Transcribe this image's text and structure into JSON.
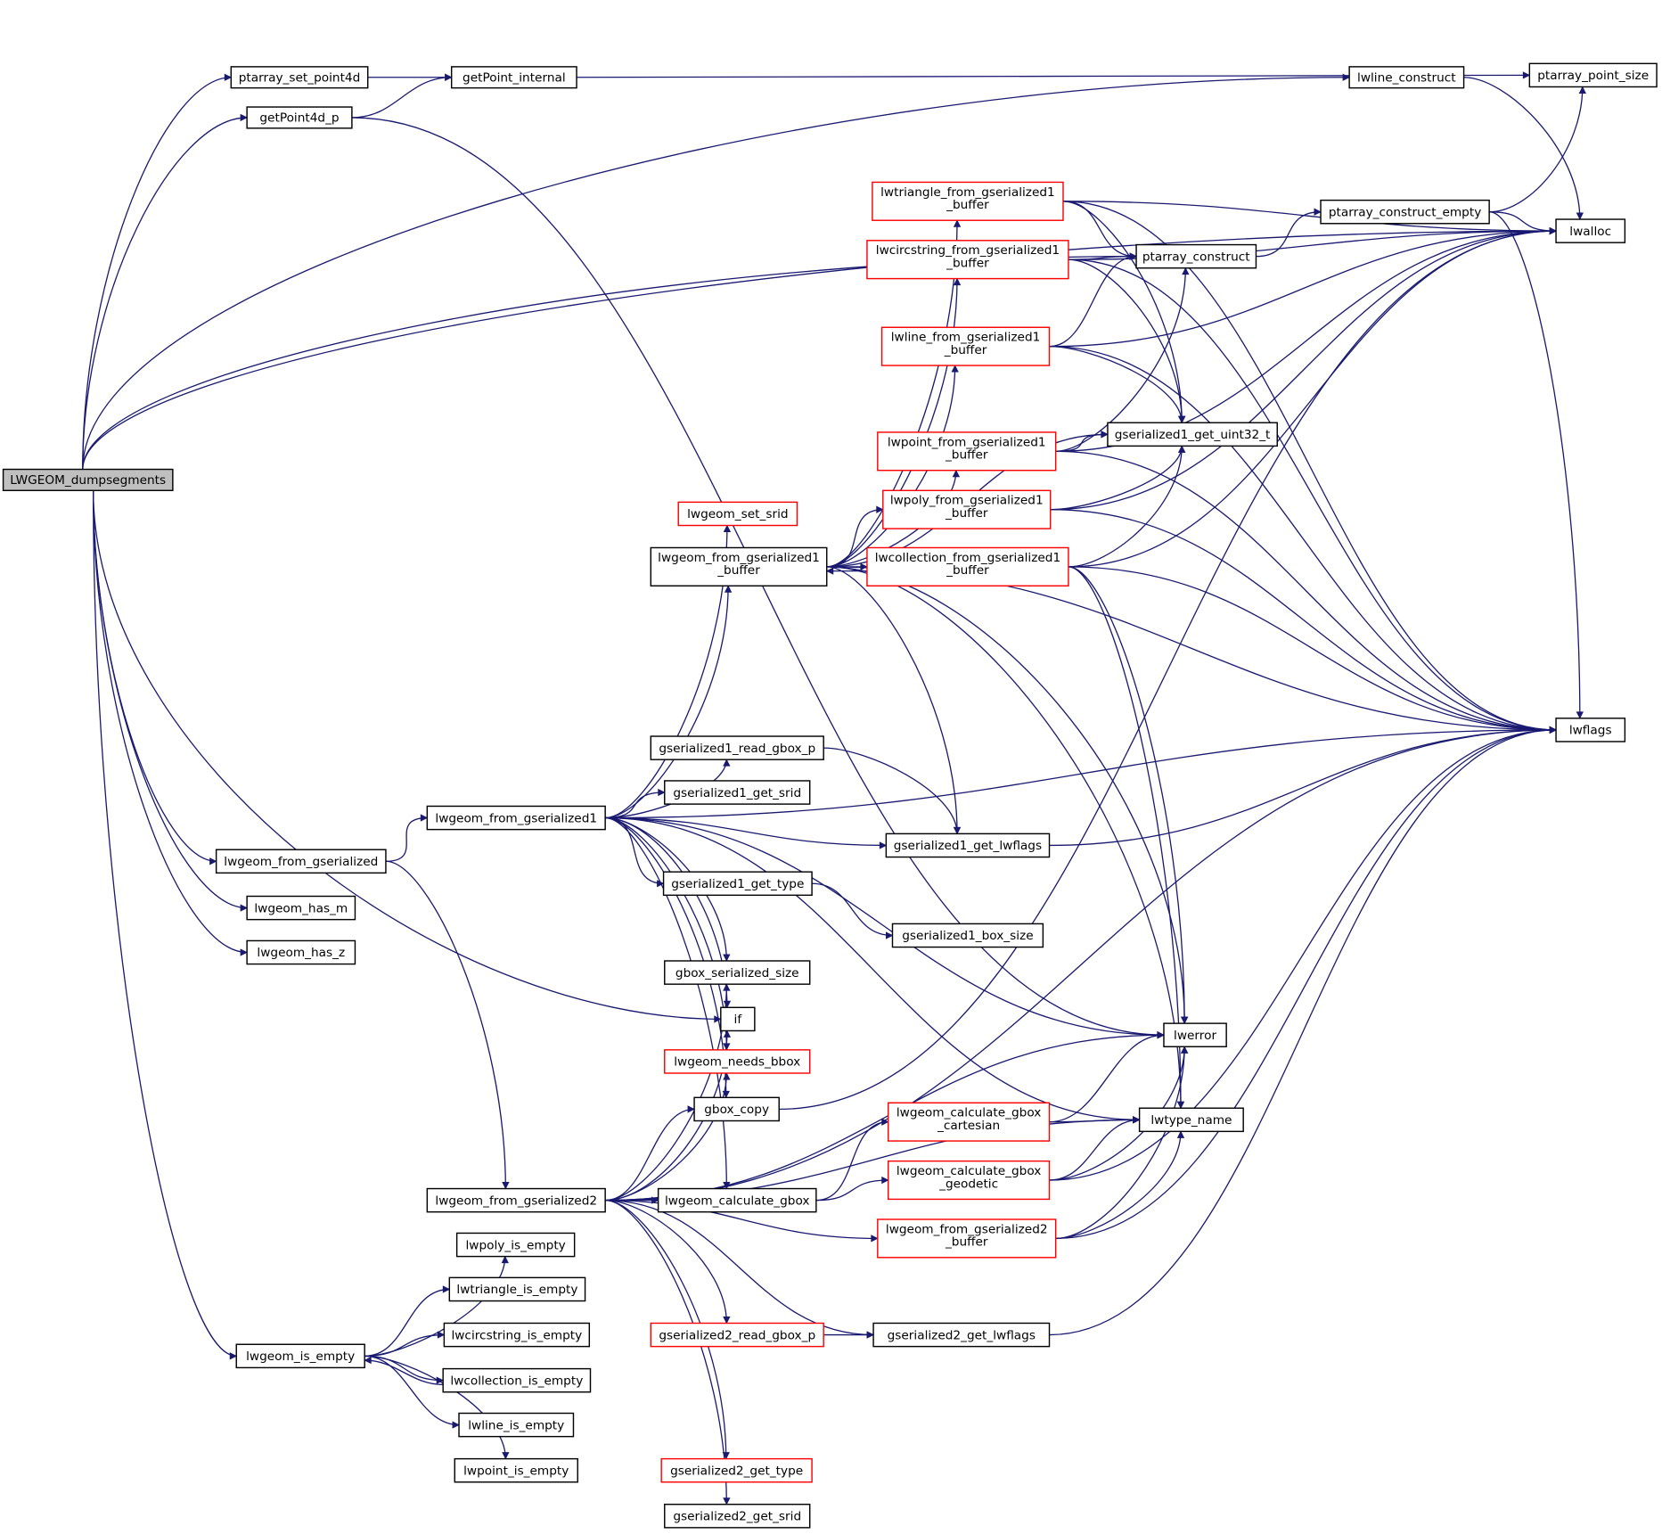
{
  "colors": {
    "edge": "#191970",
    "root_fill": "#bfbfbf",
    "normal_border": "#000000",
    "truncated_border": "#ff0000"
  },
  "nodes": {
    "dump": {
      "label": [
        "LWGEOM_dumpsegments"
      ],
      "kind": "root"
    },
    "setpt4d": {
      "label": [
        "ptarray_set_point4d"
      ]
    },
    "getpt4d": {
      "label": [
        "getPoint4d_p"
      ]
    },
    "getptint": {
      "label": [
        "getPoint_internal"
      ]
    },
    "lwlinecons": {
      "label": [
        "lwline_construct"
      ]
    },
    "ptsize": {
      "label": [
        "ptarray_point_size"
      ]
    },
    "lwalloc": {
      "label": [
        "lwalloc"
      ]
    },
    "tri1": {
      "label": [
        "lwtriangle_from_gserialized1",
        "_buffer"
      ],
      "kind": "truncated"
    },
    "circ1": {
      "label": [
        "lwcircstring_from_gserialized1",
        "_buffer"
      ],
      "kind": "truncated"
    },
    "ptcons": {
      "label": [
        "ptarray_construct"
      ]
    },
    "ptconsempty": {
      "label": [
        "ptarray_construct_empty"
      ]
    },
    "line1": {
      "label": [
        "lwline_from_gserialized1",
        "_buffer"
      ],
      "kind": "truncated"
    },
    "uint32": {
      "label": [
        "gserialized1_get_uint32_t"
      ]
    },
    "point1": {
      "label": [
        "lwpoint_from_gserialized1",
        "_buffer"
      ],
      "kind": "truncated"
    },
    "poly1": {
      "label": [
        "lwpoly_from_gserialized1",
        "_buffer"
      ],
      "kind": "truncated"
    },
    "setsrid": {
      "label": [
        "lwgeom_set_srid"
      ],
      "kind": "truncated"
    },
    "geom1buf": {
      "label": [
        "lwgeom_from_gserialized1",
        "_buffer"
      ]
    },
    "coll1": {
      "label": [
        "lwcollection_from_gserialized1",
        "_buffer"
      ],
      "kind": "truncated"
    },
    "lwflags": {
      "label": [
        "lwflags"
      ]
    },
    "g1readgbox": {
      "label": [
        "gserialized1_read_gbox_p"
      ]
    },
    "geom1": {
      "label": [
        "lwgeom_from_gserialized1"
      ]
    },
    "g1srid": {
      "label": [
        "gserialized1_get_srid"
      ]
    },
    "g1lwflags": {
      "label": [
        "gserialized1_get_lwflags"
      ]
    },
    "geomfrom": {
      "label": [
        "lwgeom_from_gserialized"
      ]
    },
    "g1type": {
      "label": [
        "gserialized1_get_type"
      ]
    },
    "g1boxsize": {
      "label": [
        "gserialized1_box_size"
      ]
    },
    "hasm": {
      "label": [
        "lwgeom_has_m"
      ]
    },
    "hasz": {
      "label": [
        "lwgeom_has_z"
      ]
    },
    "gboxsersize": {
      "label": [
        "gbox_serialized_size"
      ]
    },
    "if": {
      "label": [
        "if"
      ]
    },
    "lwerror": {
      "label": [
        "lwerror"
      ]
    },
    "needsbbox": {
      "label": [
        "lwgeom_needs_bbox"
      ],
      "kind": "truncated"
    },
    "gboxcopy": {
      "label": [
        "gbox_copy"
      ]
    },
    "typename": {
      "label": [
        "lwtype_name"
      ]
    },
    "cart": {
      "label": [
        "lwgeom_calculate_gbox",
        "_cartesian"
      ],
      "kind": "truncated"
    },
    "geod": {
      "label": [
        "lwgeom_calculate_gbox",
        "_geodetic"
      ],
      "kind": "truncated"
    },
    "geom2": {
      "label": [
        "lwgeom_from_gserialized2"
      ]
    },
    "calcgbox": {
      "label": [
        "lwgeom_calculate_gbox"
      ]
    },
    "geom2buf": {
      "label": [
        "lwgeom_from_gserialized2",
        "_buffer"
      ],
      "kind": "truncated"
    },
    "polyempty": {
      "label": [
        "lwpoly_is_empty"
      ]
    },
    "triempty": {
      "label": [
        "lwtriangle_is_empty"
      ]
    },
    "circempty": {
      "label": [
        "lwcircstring_is_empty"
      ]
    },
    "isempty": {
      "label": [
        "lwgeom_is_empty"
      ]
    },
    "collempty": {
      "label": [
        "lwcollection_is_empty"
      ]
    },
    "lineempty": {
      "label": [
        "lwline_is_empty"
      ]
    },
    "pointempty": {
      "label": [
        "lwpoint_is_empty"
      ]
    },
    "g2readgbox": {
      "label": [
        "gserialized2_read_gbox_p"
      ],
      "kind": "truncated"
    },
    "g2lwflags": {
      "label": [
        "gserialized2_get_lwflags"
      ]
    },
    "g2type": {
      "label": [
        "gserialized2_get_type"
      ],
      "kind": "truncated"
    },
    "g2srid": {
      "label": [
        "gserialized2_get_srid"
      ]
    }
  },
  "edges": [
    [
      "dump",
      "setpt4d"
    ],
    [
      "dump",
      "getpt4d"
    ],
    [
      "dump",
      "lwlinecons"
    ],
    [
      "dump",
      "ptcons"
    ],
    [
      "dump",
      "lwalloc"
    ],
    [
      "dump",
      "geomfrom"
    ],
    [
      "dump",
      "hasm"
    ],
    [
      "dump",
      "hasz"
    ],
    [
      "dump",
      "if"
    ],
    [
      "dump",
      "isempty"
    ],
    [
      "setpt4d",
      "getptint"
    ],
    [
      "getpt4d",
      "getptint"
    ],
    [
      "getpt4d",
      "lwerror"
    ],
    [
      "getptint",
      "ptsize"
    ],
    [
      "lwlinecons",
      "lwalloc"
    ],
    [
      "ptcons",
      "ptconsempty"
    ],
    [
      "ptconsempty",
      "ptsize"
    ],
    [
      "ptconsempty",
      "lwalloc"
    ],
    [
      "ptconsempty",
      "lwflags"
    ],
    [
      "tri1",
      "lwalloc"
    ],
    [
      "tri1",
      "ptcons"
    ],
    [
      "tri1",
      "uint32"
    ],
    [
      "tri1",
      "lwflags"
    ],
    [
      "circ1",
      "lwalloc"
    ],
    [
      "circ1",
      "ptcons"
    ],
    [
      "circ1",
      "uint32"
    ],
    [
      "circ1",
      "lwflags"
    ],
    [
      "line1",
      "lwalloc"
    ],
    [
      "line1",
      "ptcons"
    ],
    [
      "line1",
      "uint32"
    ],
    [
      "line1",
      "lwflags"
    ],
    [
      "point1",
      "ptcons"
    ],
    [
      "point1",
      "uint32"
    ],
    [
      "point1",
      "lwalloc"
    ],
    [
      "point1",
      "lwflags"
    ],
    [
      "poly1",
      "uint32"
    ],
    [
      "poly1",
      "lwalloc"
    ],
    [
      "poly1",
      "lwflags"
    ],
    [
      "coll1",
      "uint32"
    ],
    [
      "coll1",
      "lwalloc"
    ],
    [
      "coll1",
      "lwflags"
    ],
    [
      "coll1",
      "lwerror"
    ],
    [
      "coll1",
      "typename"
    ],
    [
      "coll1",
      "geom1buf"
    ],
    [
      "geom1buf",
      "tri1"
    ],
    [
      "geom1buf",
      "circ1"
    ],
    [
      "geom1buf",
      "line1"
    ],
    [
      "geom1buf",
      "point1"
    ],
    [
      "geom1buf",
      "poly1"
    ],
    [
      "geom1buf",
      "coll1"
    ],
    [
      "geom1buf",
      "uint32"
    ],
    [
      "geom1buf",
      "lwflags"
    ],
    [
      "geom1buf",
      "lwerror"
    ],
    [
      "geom1buf",
      "typename"
    ],
    [
      "geom1buf",
      "g1lwflags"
    ],
    [
      "geomfrom",
      "geom1"
    ],
    [
      "geomfrom",
      "geom2"
    ],
    [
      "geom1",
      "setsrid"
    ],
    [
      "geom1",
      "geom1buf"
    ],
    [
      "geom1",
      "g1readgbox"
    ],
    [
      "geom1",
      "g1srid"
    ],
    [
      "geom1",
      "g1type"
    ],
    [
      "geom1",
      "g1lwflags"
    ],
    [
      "geom1",
      "gboxsersize"
    ],
    [
      "geom1",
      "if"
    ],
    [
      "geom1",
      "needsbbox"
    ],
    [
      "geom1",
      "gboxcopy"
    ],
    [
      "geom1",
      "calcgbox"
    ],
    [
      "geom1",
      "lwflags"
    ],
    [
      "geom1",
      "lwerror"
    ],
    [
      "geom1",
      "typename"
    ],
    [
      "g1readgbox",
      "g1lwflags"
    ],
    [
      "g1lwflags",
      "lwflags"
    ],
    [
      "g1type",
      "g1boxsize"
    ],
    [
      "gboxcopy",
      "lwalloc"
    ],
    [
      "geom2",
      "gboxsersize"
    ],
    [
      "geom2",
      "if"
    ],
    [
      "geom2",
      "needsbbox"
    ],
    [
      "geom2",
      "gboxcopy"
    ],
    [
      "geom2",
      "calcgbox"
    ],
    [
      "geom2",
      "lwerror"
    ],
    [
      "geom2",
      "geom2buf"
    ],
    [
      "geom2",
      "lwflags"
    ],
    [
      "geom2",
      "g2readgbox"
    ],
    [
      "geom2",
      "g2lwflags"
    ],
    [
      "geom2",
      "typename"
    ],
    [
      "geom2",
      "g2type"
    ],
    [
      "geom2",
      "g2srid"
    ],
    [
      "calcgbox",
      "cart"
    ],
    [
      "calcgbox",
      "geod"
    ],
    [
      "cart",
      "lwerror"
    ],
    [
      "cart",
      "typename"
    ],
    [
      "geod",
      "lwerror"
    ],
    [
      "geod",
      "typename"
    ],
    [
      "geod",
      "lwflags"
    ],
    [
      "geom2buf",
      "lwerror"
    ],
    [
      "geom2buf",
      "typename"
    ],
    [
      "geom2buf",
      "lwflags"
    ],
    [
      "g2readgbox",
      "g2lwflags"
    ],
    [
      "g2lwflags",
      "lwflags"
    ],
    [
      "isempty",
      "polyempty"
    ],
    [
      "isempty",
      "triempty"
    ],
    [
      "isempty",
      "circempty"
    ],
    [
      "isempty",
      "collempty"
    ],
    [
      "isempty",
      "lineempty"
    ],
    [
      "isempty",
      "pointempty"
    ],
    [
      "collempty",
      "isempty"
    ]
  ]
}
